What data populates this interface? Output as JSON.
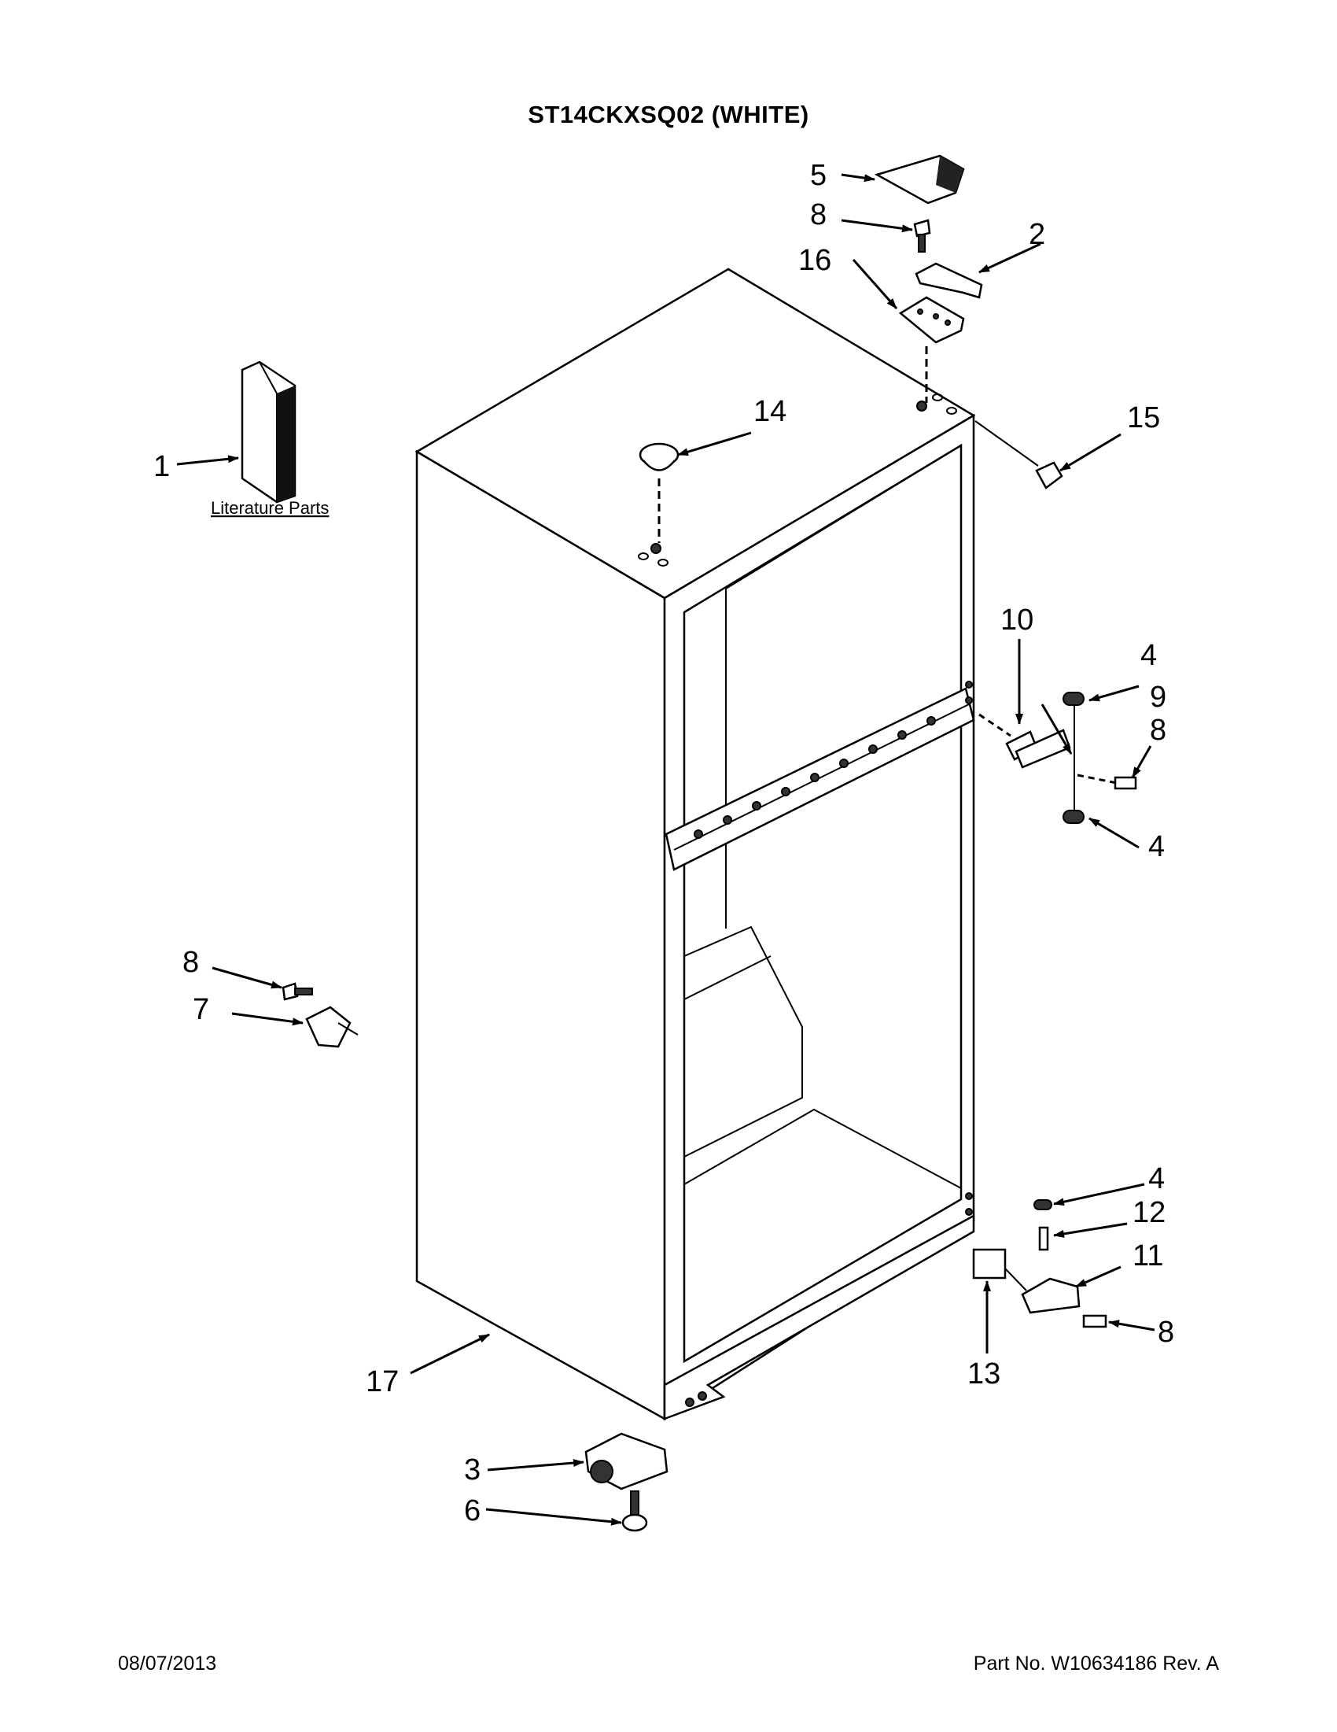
{
  "header": {
    "title": "ST14CKXSQ02 (WHITE)"
  },
  "literature_label": "Literature Parts",
  "callouts": {
    "c1": "1",
    "c2": "2",
    "c3": "3",
    "c4a": "4",
    "c4b": "4",
    "c4c": "4",
    "c5": "5",
    "c6": "6",
    "c7": "7",
    "c8a": "8",
    "c8b": "8",
    "c8c": "8",
    "c8d": "8",
    "c9": "9",
    "c10": "10",
    "c11": "11",
    "c12": "12",
    "c13": "13",
    "c14": "14",
    "c15": "15",
    "c16": "16",
    "c17": "17"
  },
  "footer": {
    "date": "08/07/2013",
    "part_number": "Part No.  W10634186  Rev.  A"
  }
}
